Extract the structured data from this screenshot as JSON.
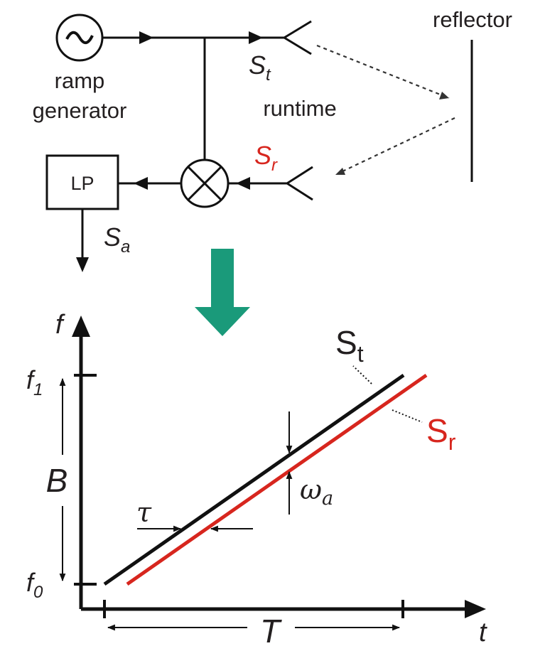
{
  "block_diagram": {
    "ramp_label_1": "ramp",
    "ramp_label_2": "generator",
    "reflector_label": "reflector",
    "runtime_label": "runtime",
    "lowpass_label": "LP",
    "tx_signal": {
      "base": "S",
      "sub": "t"
    },
    "rx_signal": {
      "base": "S",
      "sub": "r"
    },
    "beat_signal": {
      "base": "S",
      "sub": "a"
    },
    "generator_symbol": "~"
  },
  "flow_arrow": {
    "color": "#1a9a7a"
  },
  "timing_plot": {
    "y_axis": "f",
    "x_axis": "t",
    "f1": {
      "base": "f",
      "sub": "1"
    },
    "f0": {
      "base": "f",
      "sub": "0"
    },
    "bandwidth": "B",
    "period": "T",
    "delay": "τ",
    "beat_freq": {
      "base": "ω",
      "sub": "a"
    },
    "tx_line": {
      "base": "S",
      "sub": "t",
      "color": "#111111"
    },
    "rx_line": {
      "base": "S",
      "sub": "r",
      "color": "#d7261e"
    }
  }
}
